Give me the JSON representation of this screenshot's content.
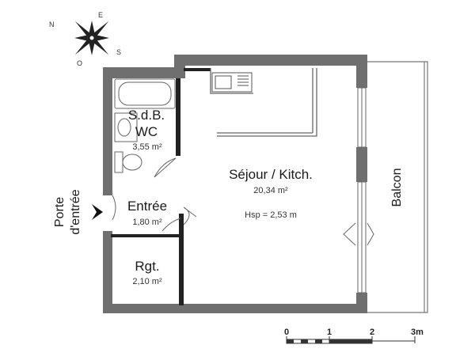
{
  "compass": {
    "n": "N",
    "e": "E",
    "s": "S",
    "o": "O"
  },
  "rooms": {
    "sdb": {
      "name_line1": "S.d.B.",
      "name_line2": "WC",
      "area": "3,55 m²"
    },
    "sejour": {
      "name": "Séjour / Kitch.",
      "area": "20,34 m²",
      "height": "Hsp = 2,53 m"
    },
    "entree": {
      "name": "Entrée",
      "area": "1,80 m²"
    },
    "rgt": {
      "name": "Rgt.",
      "area": "2,10 m²"
    }
  },
  "labels": {
    "balcon": "Balcon",
    "porte_line1": "Porte",
    "porte_line2": "d'entrée"
  },
  "scale": {
    "t0": "0",
    "t1": "1",
    "t2": "2",
    "t3": "3m"
  },
  "colors": {
    "wall": "#6f6f6f",
    "line": "#555555"
  }
}
